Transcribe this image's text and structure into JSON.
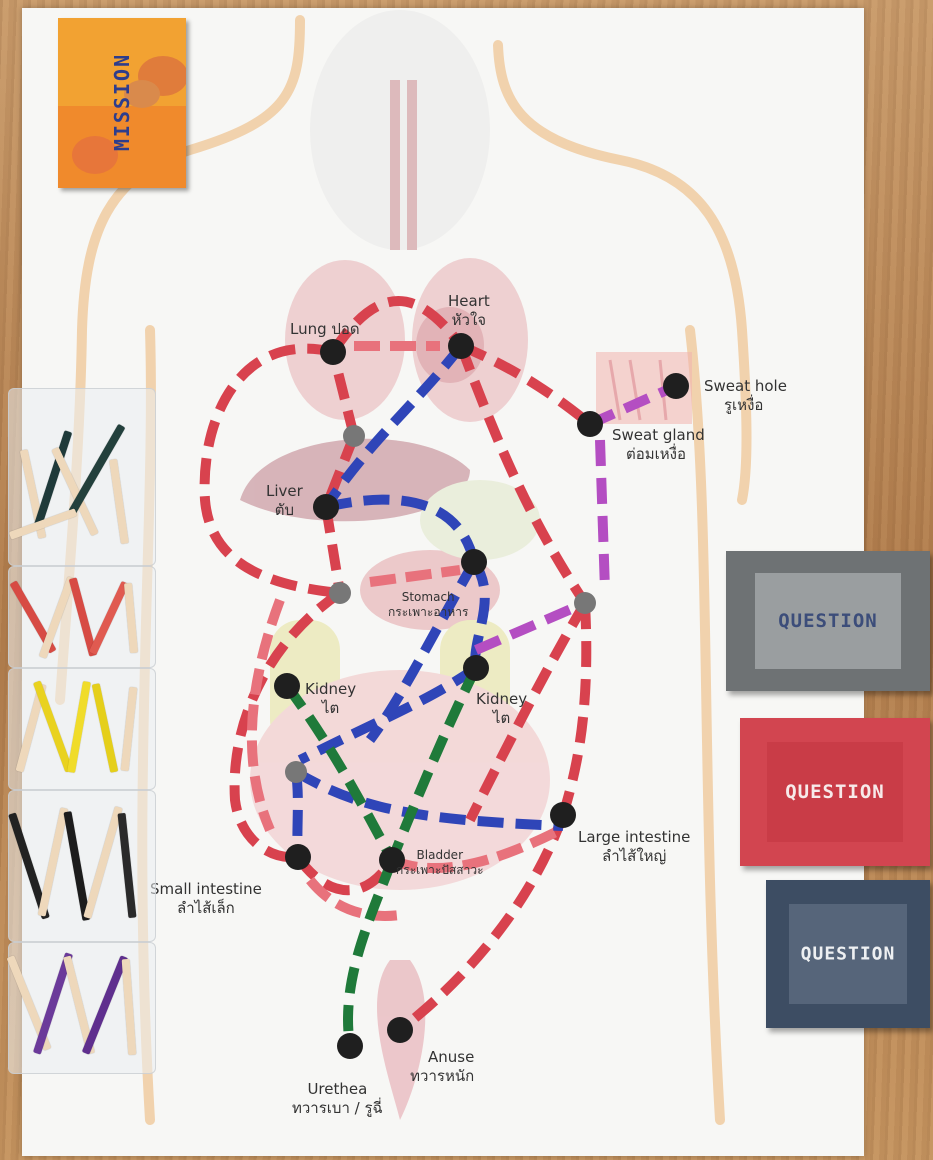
{
  "mission_card": {
    "title": "MISSION",
    "color": "#f2a232"
  },
  "question_cards": [
    {
      "title": "QUESTION",
      "color": "#6e7274",
      "text_color": "#3c4d7a"
    },
    {
      "title": "QUESTION",
      "color": "#d24550",
      "text_color": "#f7eaea"
    },
    {
      "title": "QUESTION",
      "color": "#3d4d63",
      "text_color": "#eef0f2"
    }
  ],
  "organ_labels": {
    "lung": "Lung ปอด",
    "heart": [
      "Heart",
      "หัวใจ"
    ],
    "sweat_hole": [
      "Sweat hole",
      "รูเหงื่อ"
    ],
    "sweat_gland": [
      "Sweat gland",
      "ต่อมเหงื่อ"
    ],
    "liver": [
      "Liver",
      "ตับ"
    ],
    "stomach": [
      "Stomach",
      "กระเพาะอาหาร"
    ],
    "kidney_left": [
      "Kidney",
      "ไต"
    ],
    "kidney_right": [
      "Kidney",
      "ไต"
    ],
    "large_intestine": [
      "Large intestine",
      "ลำไส้ใหญ่"
    ],
    "bladder": [
      "Bladder",
      "กระเพาะปัสสาวะ"
    ],
    "small_intestine": [
      "Small intestine",
      "ลำไส้เล็ก"
    ],
    "anus": [
      "Anuse",
      "ทวารหนัก"
    ],
    "urethra": [
      "Urethea",
      "ทวารเบา / รูฉี่"
    ]
  },
  "path_colors": {
    "red": "#d8424e",
    "pink": "#e8727c",
    "blue": "#2f45b8",
    "green": "#1f7a3a",
    "purple": "#b44ec2"
  },
  "stick_bags": [
    "black",
    "red",
    "yellow",
    "black-white",
    "purple"
  ]
}
